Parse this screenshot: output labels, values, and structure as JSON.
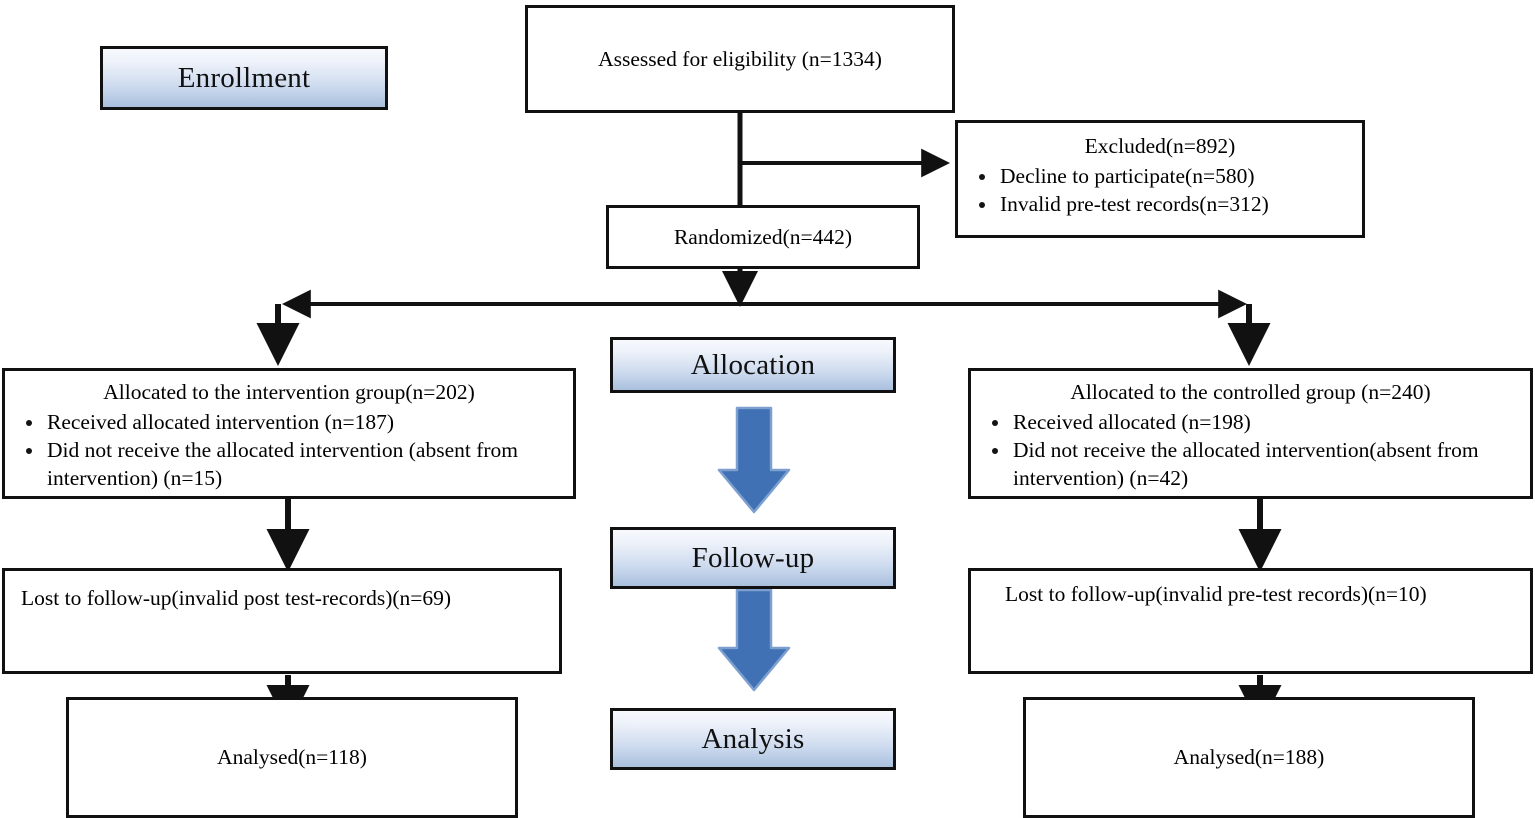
{
  "diagram": {
    "title": "CONSORT participant flow diagram",
    "colors": {
      "stage_box_top": "#f7f9fd",
      "stage_box_bottom": "#a9c0de",
      "arrow_blue": "#3f71b4",
      "border": "#1b1b1b",
      "text": "#141414"
    }
  },
  "stages": {
    "enrollment": "Enrollment",
    "allocation": "Allocation",
    "followup": "Follow-up",
    "analysis": "Analysis"
  },
  "nodes": {
    "assessed": "Assessed for eligibility (n=1334)",
    "excluded": {
      "header": "Excluded(n=892)",
      "items": [
        "Decline to participate(n=580)",
        "Invalid pre-test records(n=312)"
      ]
    },
    "randomized": "Randomized(n=442)",
    "intervention": {
      "header": "Allocated to the intervention group(n=202)",
      "items": [
        "Received allocated intervention (n=187)",
        "Did not receive the allocated intervention (absent from intervention) (n=15)"
      ]
    },
    "controlled": {
      "header": "Allocated to the controlled group (n=240)",
      "items": [
        "Received allocated (n=198)",
        "Did not receive the allocated intervention(absent from intervention) (n=42)"
      ]
    },
    "lost_left": "Lost to follow-up(invalid post test-records)(n=69)",
    "lost_right": "Lost to follow-up(invalid pre-test records)(n=10)",
    "analysed_left": "Analysed(n=118)",
    "analysed_right": "Analysed(n=188)"
  }
}
